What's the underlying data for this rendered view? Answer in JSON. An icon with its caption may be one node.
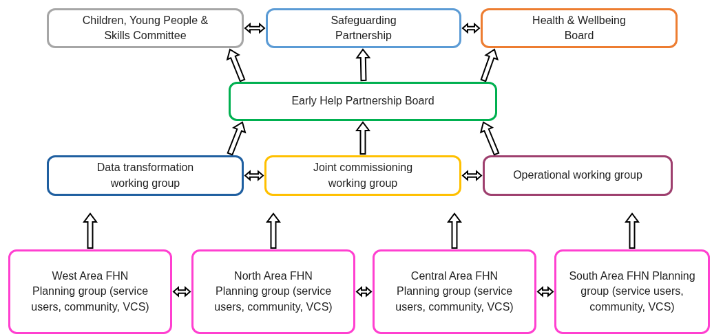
{
  "diagram": {
    "nodes": [
      {
        "text": [
          "Children, Young People & Skills Committee"
        ]
      },
      {
        "text": [
          "Safeguarding Partnership"
        ]
      },
      {
        "text": [
          "Health & Wellbeing Board"
        ]
      },
      {
        "text": [
          "Early Help Partnership Board"
        ]
      },
      {
        "text": [
          "Data transformation working group"
        ]
      },
      {
        "text": [
          "Joint commissioning working group"
        ]
      },
      {
        "text": [
          "Operational working group"
        ]
      },
      {
        "text": [
          "West Area FHN Planning group (service users, community, VCS)"
        ]
      },
      {
        "text": [
          "North Area FHN Planning group (service users, community, VCS)"
        ]
      },
      {
        "text": [
          "Central Area FHN Planning group (service users, community, VCS)"
        ]
      },
      {
        "text": [
          "South Area FHN Planning group (service users, community, VCS)"
        ]
      }
    ],
    "edges": [
      {
        "from": 0,
        "to": 1,
        "arrow": "both"
      },
      {
        "from": 1,
        "to": 2,
        "arrow": "both"
      },
      {
        "from": 3,
        "to": 0,
        "arrow": "to"
      },
      {
        "from": 3,
        "to": 1,
        "arrow": "to"
      },
      {
        "from": 3,
        "to": 2,
        "arrow": "to"
      },
      {
        "from": 4,
        "to": 3,
        "arrow": "to"
      },
      {
        "from": 5,
        "to": 3,
        "arrow": "to"
      },
      {
        "from": 6,
        "to": 3,
        "arrow": "to"
      },
      {
        "from": 4,
        "to": 5,
        "arrow": "both"
      },
      {
        "from": 5,
        "to": 6,
        "arrow": "both"
      },
      {
        "from": 7,
        "to": null,
        "arrow": "to"
      },
      {
        "from": 8,
        "to": null,
        "arrow": "to"
      },
      {
        "from": 9,
        "to": null,
        "arrow": "to"
      },
      {
        "from": 10,
        "to": null,
        "arrow": "to"
      },
      {
        "from": 7,
        "to": 8,
        "arrow": "both"
      },
      {
        "from": 8,
        "to": 9,
        "arrow": "both"
      },
      {
        "from": 9,
        "to": 10,
        "arrow": "both"
      }
    ]
  }
}
